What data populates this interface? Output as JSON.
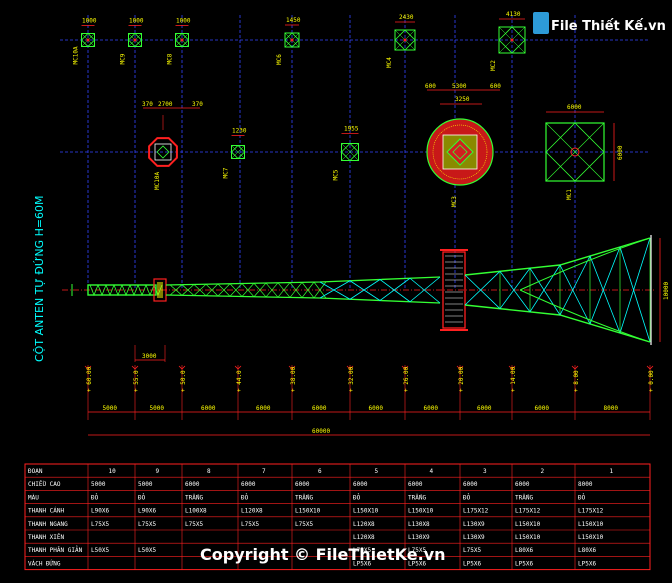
{
  "drawing": {
    "vertical_title": "CỘT ANTEN TỰ ĐỨNG H=60M",
    "colors": {
      "red": "#ff2020",
      "green": "#33ff33",
      "cyan": "#00ffff",
      "blue": "#3344ff",
      "yellow": "#ffff00",
      "white": "#ffffff"
    }
  },
  "section_markers": {
    "row1": [
      {
        "label": "MC10A",
        "dim": "1000"
      },
      {
        "label": "MC9",
        "dim": "1000"
      },
      {
        "label": "MC8",
        "dim": "1000"
      },
      {
        "label": "MC6",
        "dim": "1450"
      },
      {
        "label": "MC4",
        "dim": "2430"
      },
      {
        "label": "MC2",
        "dim": "4130"
      }
    ],
    "row2": [
      {
        "label": "MC10A",
        "dims": [
          "370",
          "2700",
          "370"
        ]
      },
      {
        "label": "MC7",
        "dim": "1230"
      },
      {
        "label": "MC5",
        "dim": "1955"
      },
      {
        "label": "MC3",
        "dims": [
          "600",
          "5300",
          "600"
        ],
        "inner": "3250"
      },
      {
        "label": "MC1",
        "dim": "6000"
      }
    ]
  },
  "elevations": [
    "+ 60.00",
    "+ 55.0",
    "+ 50.0",
    "+ 44.0",
    "+ 38.00",
    "+ 32.00",
    "+ 26.00",
    "+ 20.00",
    "+ 14.00",
    "+ 8.00",
    "+ 0.00"
  ],
  "segment_dims": [
    "5000",
    "5000",
    "6000",
    "6000",
    "6000",
    "6000",
    "6000",
    "6000",
    "6000",
    "8000"
  ],
  "top_dim": "3000",
  "total_dim": "60000",
  "base_dim": "10000",
  "table": {
    "headers": [
      "ĐOẠN",
      "10",
      "9",
      "8",
      "7",
      "6",
      "5",
      "4",
      "3",
      "2",
      "1"
    ],
    "rows": [
      [
        "CHIỀU CAO",
        "5000",
        "5000",
        "6000",
        "6000",
        "6000",
        "6000",
        "6000",
        "6000",
        "6000",
        "8000"
      ],
      [
        "MÀU",
        "ĐỎ",
        "ĐỎ",
        "TRẮNG",
        "ĐỎ",
        "TRẮNG",
        "ĐỎ",
        "TRẮNG",
        "ĐỎ",
        "TRẮNG",
        "ĐỎ"
      ],
      [
        "THANH CÁNH",
        "L90X6",
        "L90X6",
        "L100X8",
        "L120X8",
        "L150X10",
        "L150X10",
        "L150X10",
        "L175X12",
        "L175X12",
        "L175X12"
      ],
      [
        "THANH NGANG",
        "L75X5",
        "L75X5",
        "L75X5",
        "L75X5",
        "L75X5",
        "L120X8",
        "L130X8",
        "L130X9",
        "L150X10",
        "L150X10"
      ],
      [
        "THANH XIÊN",
        "",
        "",
        "",
        "",
        "",
        "L120X8",
        "L130X9",
        "L130X9",
        "L150X10",
        "L150X10"
      ],
      [
        "THANH PHÂN GIẢN",
        "L50X5",
        "L50X5",
        "",
        "",
        "",
        "L75X5",
        "L75X5",
        "L75X5",
        "L80X6",
        "L80X6"
      ],
      [
        "VÁCH ĐỨNG",
        "",
        "",
        "",
        "",
        "",
        "LP5X6",
        "LP5X6",
        "LP5X6",
        "LP5X6",
        "LP5X6"
      ]
    ]
  },
  "watermark": {
    "logo_text": "File Thiết Kế.vn",
    "copyright": "Copyright © FileThietKe.vn"
  }
}
